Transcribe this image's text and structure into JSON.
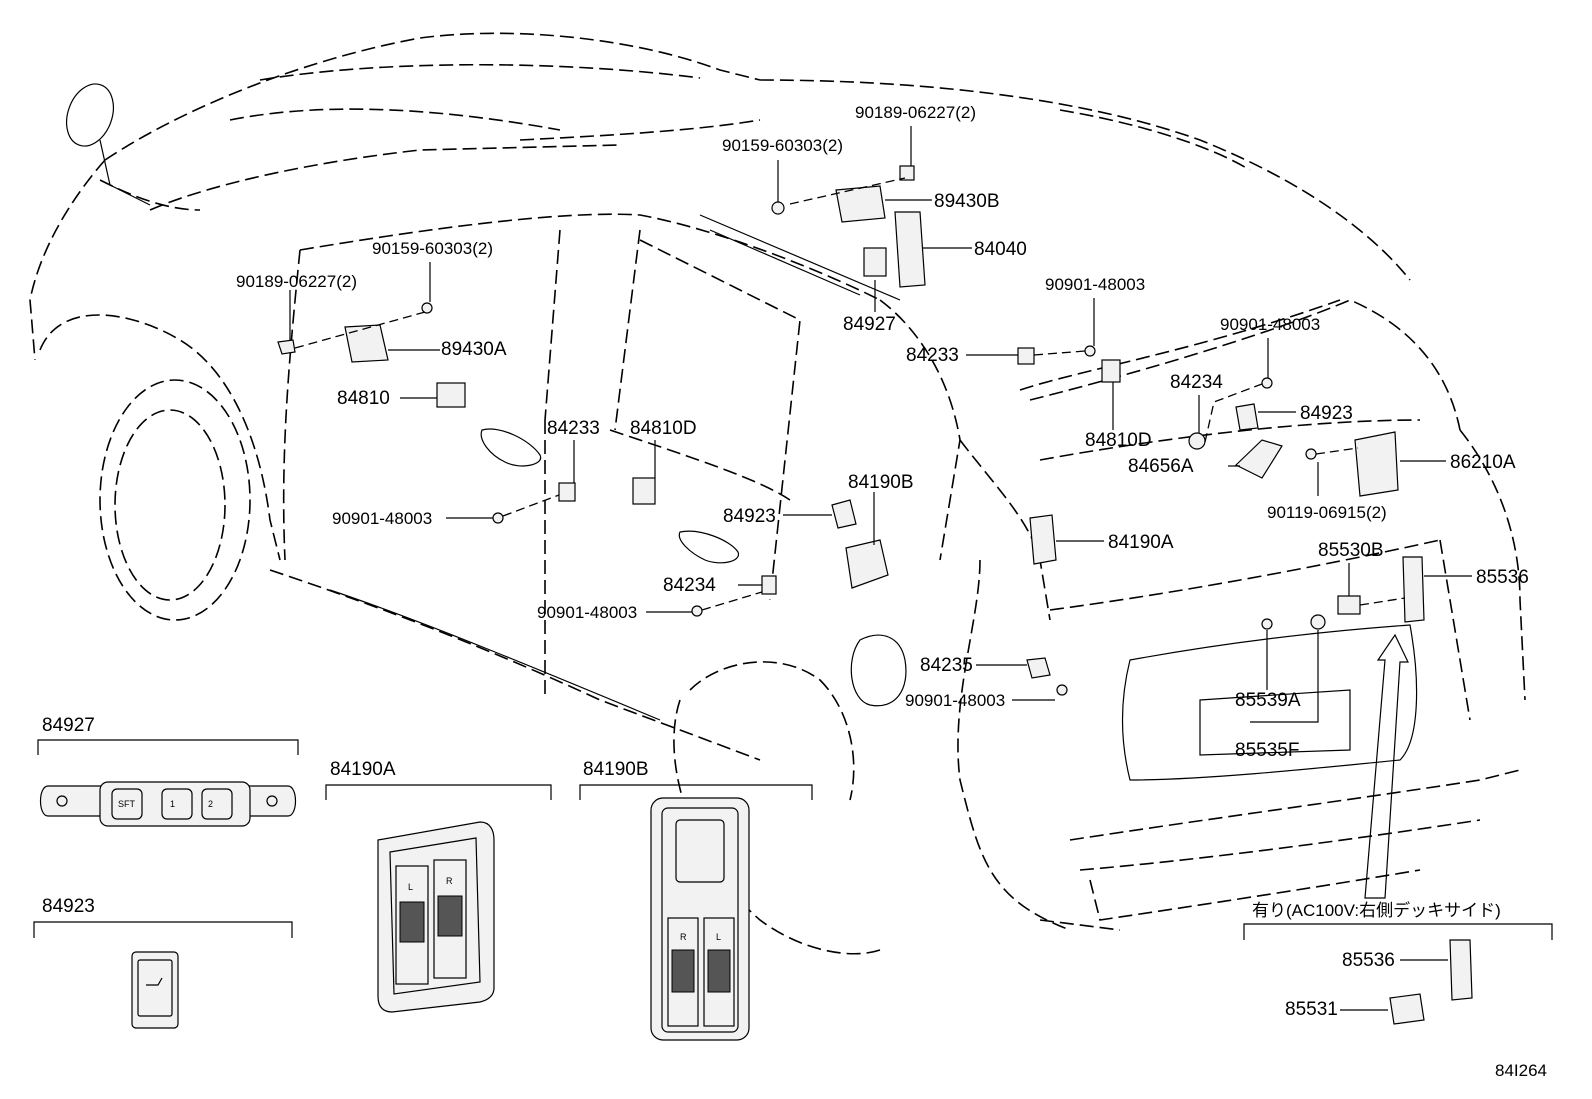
{
  "callouts": {
    "p90189_top": "90189-06227(2)",
    "p90159_top": "90159-60303(2)",
    "p89430B": "89430B",
    "p84040": "84040",
    "p90159_left": "90159-60303(2)",
    "p90189_left": "90189-06227(2)",
    "p89430A": "89430A",
    "p84927_mid": "84927",
    "p84810": "84810",
    "p84233_door": "84233",
    "p84810D_door": "84810D",
    "p90901_door": "90901-48003",
    "p84923_mid": "84923",
    "p84190B": "84190B",
    "p84234_lower": "84234",
    "p90901_lower": "90901-48003",
    "p84233_right": "84233",
    "p90901_right": "90901-48003",
    "p84810D_right": "84810D",
    "p90901_far": "90901-48003",
    "p84234_right": "84234",
    "p84923_right": "84923",
    "p84656A": "84656A",
    "p86210A": "86210A",
    "p90119": "90119-06915(2)",
    "p84190A": "84190A",
    "p85530B": "85530B",
    "p85536_top": "85536",
    "p84235": "84235",
    "p90901_rear": "90901-48003",
    "p85539A": "85539A",
    "p85535F": "85535F"
  },
  "insets": {
    "i84927": {
      "title": "84927",
      "btn_sft": "SFT",
      "btn_1": "1",
      "btn_2": "2"
    },
    "i84923": {
      "title": "84923"
    },
    "i84190A": {
      "title": "84190A",
      "left_letter": "L",
      "right_letter": "R"
    },
    "i84190B": {
      "title": "84190B",
      "left_letter": "R",
      "right_letter": "L"
    },
    "option": {
      "title": "有り(AC100V:右側デッキサイド)",
      "p85536": "85536",
      "p85531": "85531"
    }
  },
  "figure_id": "84I264"
}
